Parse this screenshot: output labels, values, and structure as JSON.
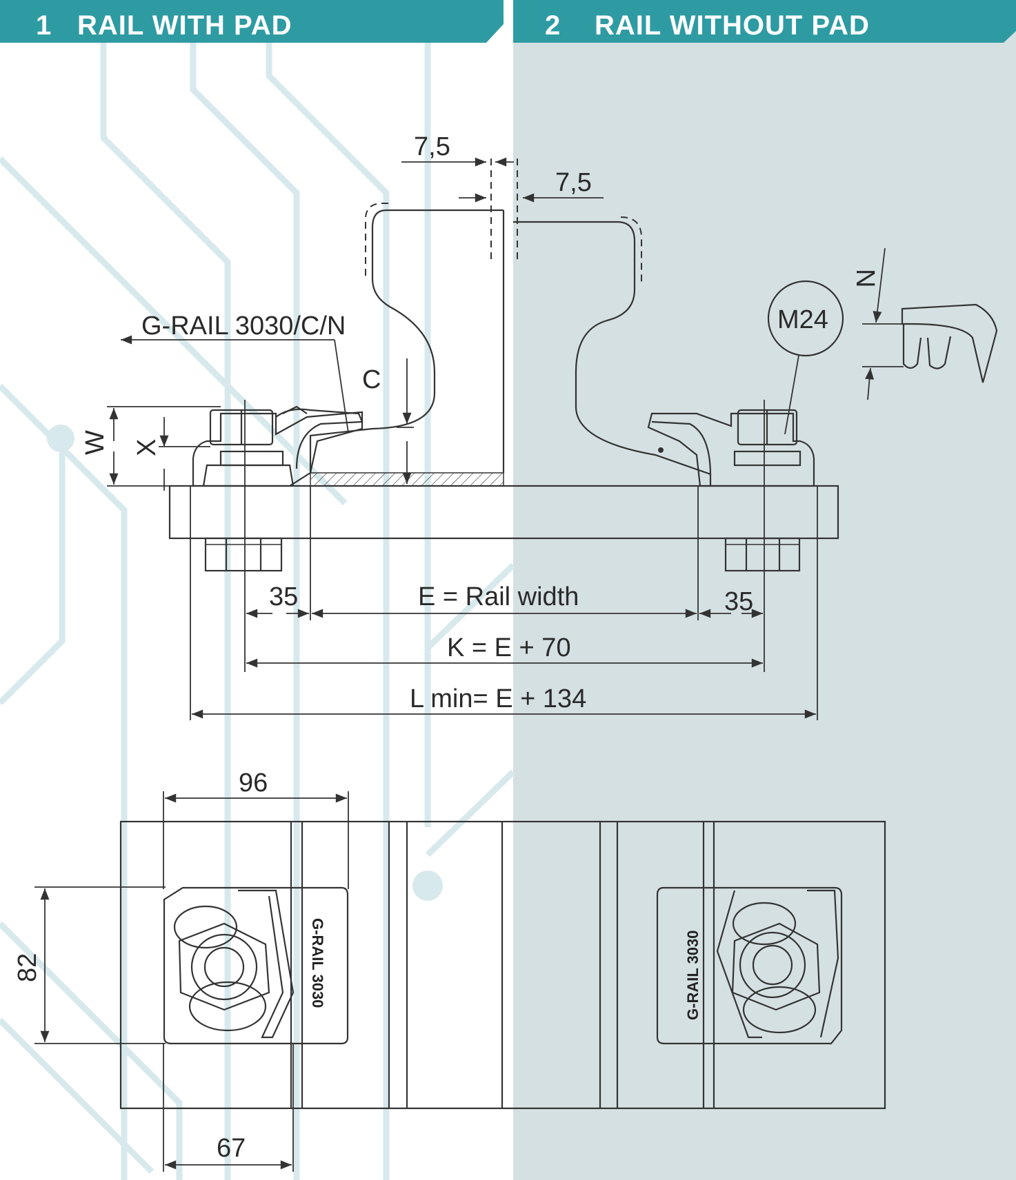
{
  "header": {
    "left": {
      "number": "1",
      "title": "RAIL WITH PAD"
    },
    "right": {
      "number": "2",
      "title": "RAIL WITHOUT PAD"
    }
  },
  "colors": {
    "header_teal": "#2e9ba3",
    "right_panel_bg": "#d5e0e2",
    "trace_lines": "#d7e9ec",
    "drawing_lines": "#333333"
  },
  "labels": {
    "clip_name": "G-RAIL 3030/C/N",
    "bolt_size": "M24",
    "dim_c": "C",
    "dim_w": "W",
    "dim_x": "X",
    "dim_n": "N",
    "clip_brand_left": "G-RAIL 3030",
    "clip_brand_right": "G-RAIL 3030"
  },
  "dimensions": {
    "offset_left": "7,5",
    "offset_right": "7,5",
    "edge_left": "35",
    "edge_right": "35",
    "rail_width": "E = Rail width",
    "k": "K = E + 70",
    "l_min": "L min= E + 134",
    "plate_96": "96",
    "plate_82": "82",
    "plate_67": "67"
  }
}
